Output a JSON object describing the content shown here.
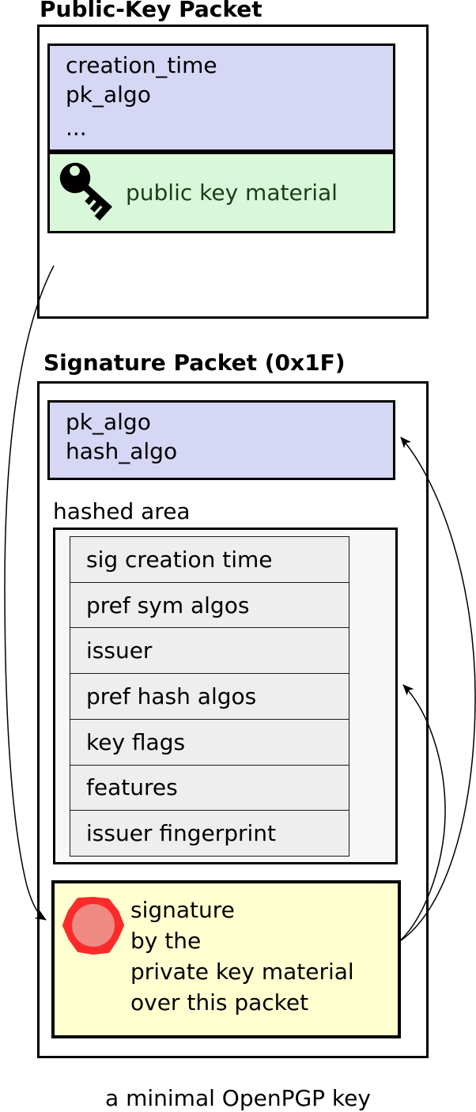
{
  "diagram": {
    "caption": "a minimal OpenPGP key",
    "public_key_packet": {
      "title": "Public-Key Packet",
      "fields": [
        "creation_time",
        "pk_algo",
        "..."
      ],
      "key_material_label": "public key material"
    },
    "signature_packet": {
      "title": "Signature Packet (0x1F)",
      "fields": [
        "pk_algo",
        "hash_algo"
      ],
      "hashed_area_label": "hashed area",
      "hashed_subpackets": [
        "sig creation time",
        "pref sym algos",
        "issuer",
        "pref hash algos",
        "key flags",
        "features",
        "issuer fingerprint"
      ],
      "signature_lines": [
        "signature",
        "by the",
        "private key material",
        "over this packet"
      ]
    },
    "icons": {
      "key_icon": "key-icon",
      "seal_icon": "seal-icon"
    },
    "colors": {
      "field_box": "#d6d6f5",
      "key_material_box": "#d9f8d9",
      "key_material_text": "#1b3d1b",
      "hashed_area_bg": "#f7f7f7",
      "subpacket_row_bg": "#eeeeee",
      "signature_box": "#ffffd0",
      "seal_ring": "#fb2b2a",
      "seal_fill": "#ef8a82",
      "border": "#000000"
    }
  }
}
